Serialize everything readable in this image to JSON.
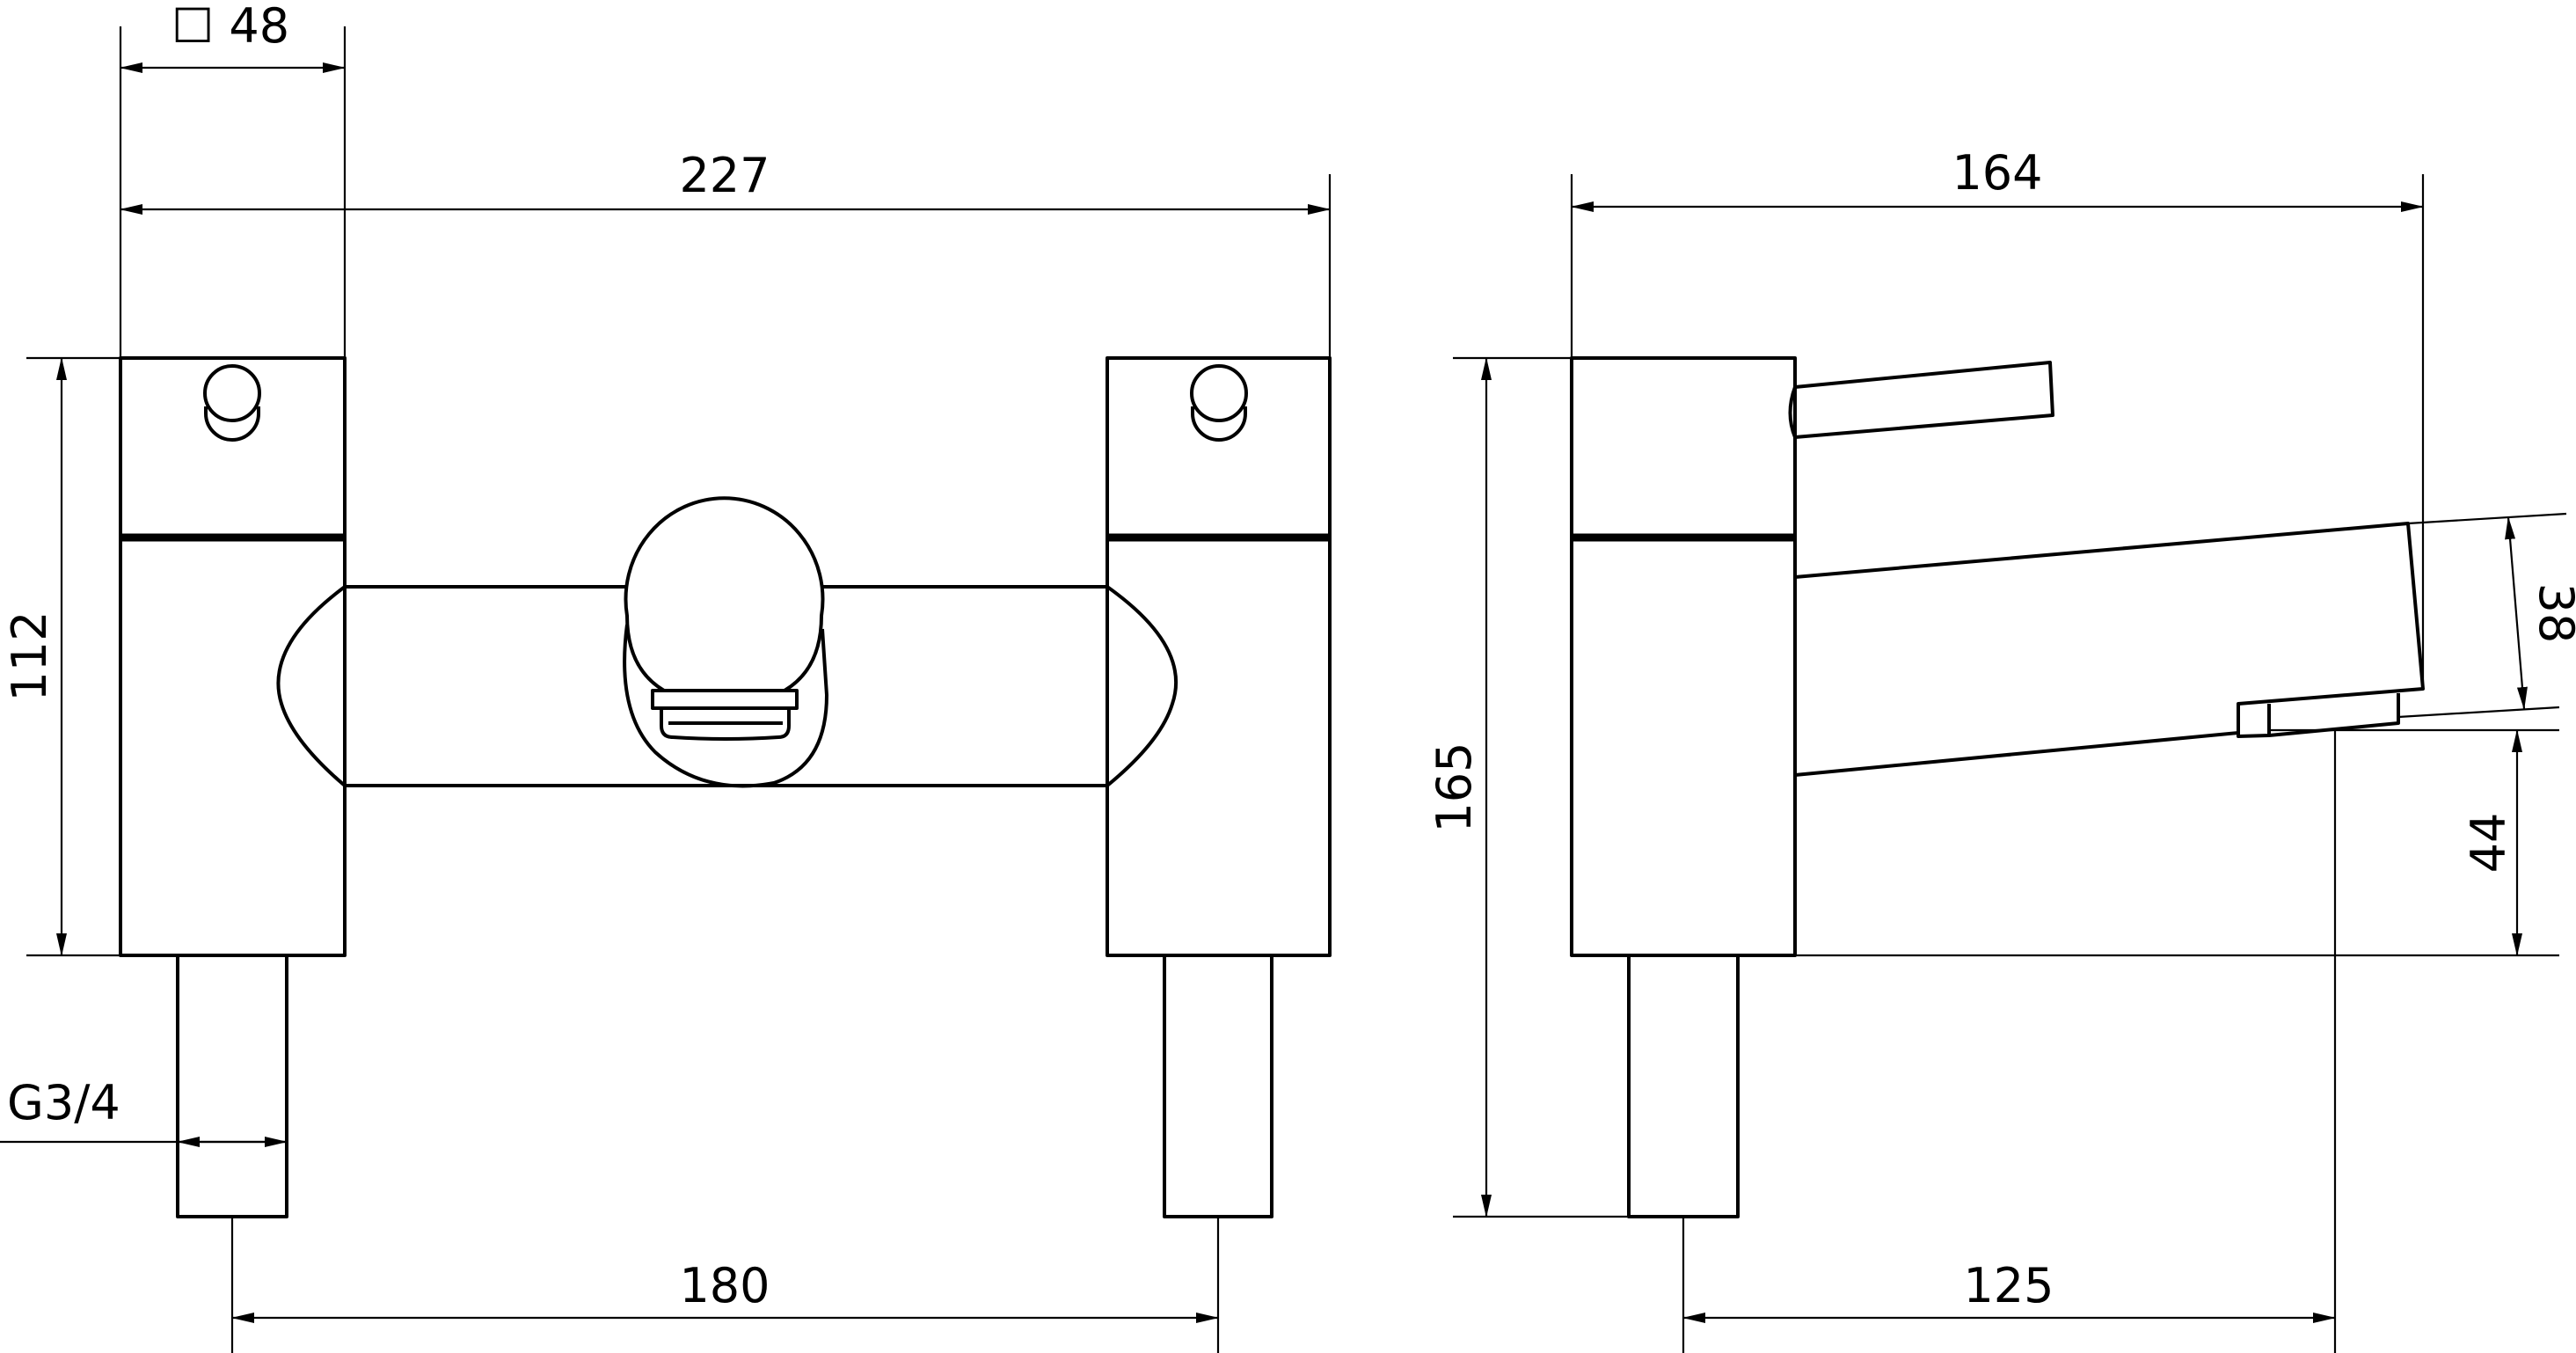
{
  "dimensions": {
    "body_square": "☐ 48",
    "overall_width": "227",
    "body_height": "112",
    "inlet_thread": "G3/4",
    "inlet_centres": "180",
    "side_depth": "164",
    "overall_height": "165",
    "spout_height": "38",
    "spout_clearance": "44",
    "spout_projection": "125"
  },
  "colors": {
    "line": "#000000",
    "background": "#ffffff"
  }
}
